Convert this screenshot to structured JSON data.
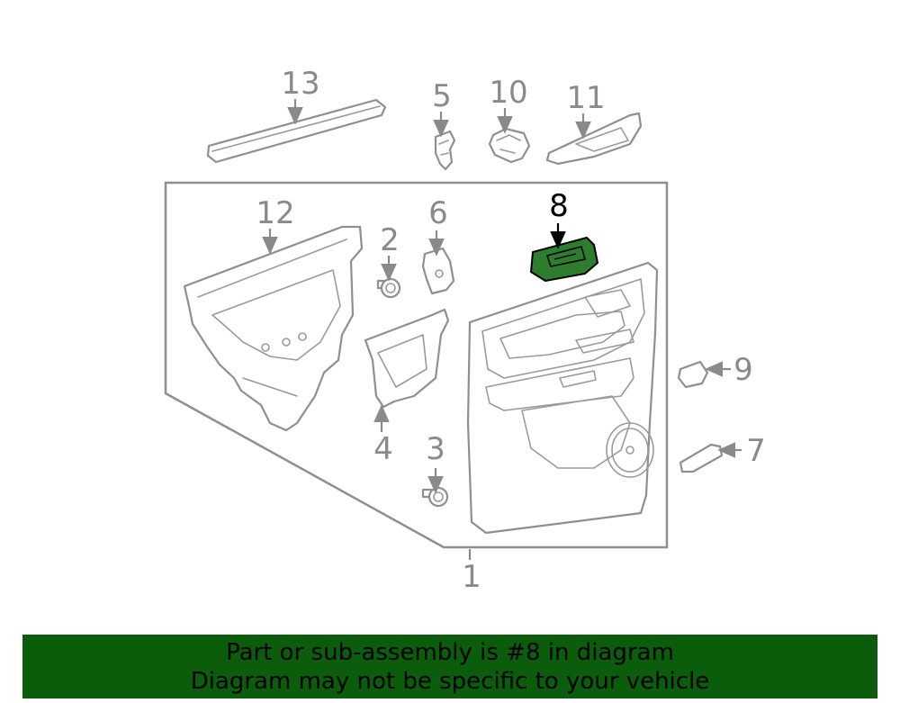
{
  "diagram": {
    "callouts": {
      "c1": "1",
      "c2": "2",
      "c3": "3",
      "c4": "4",
      "c5": "5",
      "c6": "6",
      "c7": "7",
      "c8": "8",
      "c9": "9",
      "c10": "10",
      "c11": "11",
      "c12": "12",
      "c13": "13"
    },
    "highlighted_part": "8",
    "colors": {
      "highlight": "#2e7d2e",
      "footer_bg": "#0b5d0b",
      "line": "#8f8f8f"
    }
  },
  "footer": {
    "line1": "Part or sub-assembly is #8 in diagram",
    "line2": "Diagram may not be specific to your vehicle"
  }
}
